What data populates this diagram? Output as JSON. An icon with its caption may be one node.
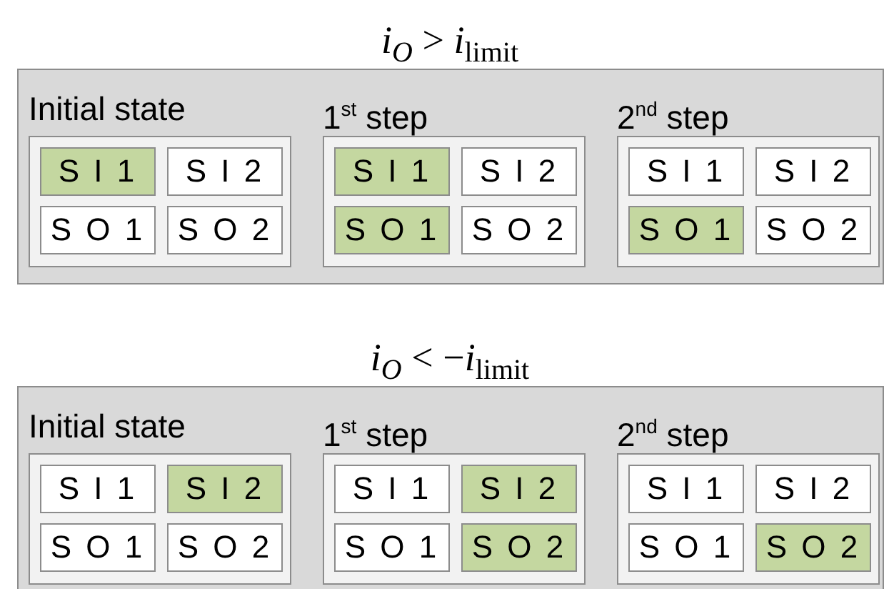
{
  "diagram": {
    "nodes": [
      {
        "text": [
          "*i*$_{O}$ > *i*$_{limit}$"
        ]
      },
      {
        "text": [
          "Initial state"
        ],
        "in": 0
      },
      {
        "text": [
          "S I 1"
        ],
        "in": 1
      },
      {
        "text": [
          "S I 2"
        ],
        "in": 1
      },
      {
        "text": [
          "S O 1"
        ],
        "in": 1
      },
      {
        "text": [
          "S O 2"
        ],
        "in": 1
      },
      {
        "text": [
          "1$^{st}$ step"
        ],
        "in": 0
      },
      {
        "text": [
          "S I 1"
        ],
        "in": 6
      },
      {
        "text": [
          "S I 2"
        ],
        "in": 6
      },
      {
        "text": [
          "S O 1"
        ],
        "in": 6
      },
      {
        "text": [
          "S O 2"
        ],
        "in": 6
      },
      {
        "text": [
          "2$^{nd}$ step"
        ],
        "in": 0
      },
      {
        "text": [
          "S I 1"
        ],
        "in": 11
      },
      {
        "text": [
          "S I 2"
        ],
        "in": 11
      },
      {
        "text": [
          "S O 1"
        ],
        "in": 11
      },
      {
        "text": [
          "S O 2"
        ],
        "in": 11
      },
      {
        "text": [
          "*i*$_{O}$ < −*i*$_{limit}$"
        ]
      },
      {
        "text": [
          "Initial state"
        ],
        "in": 16
      },
      {
        "text": [
          "S I 1"
        ],
        "in": 17
      },
      {
        "text": [
          "S I 2"
        ],
        "in": 17
      },
      {
        "text": [
          "S O 1"
        ],
        "in": 17
      },
      {
        "text": [
          "S O 2"
        ],
        "in": 17
      },
      {
        "text": [
          "1$^{st}$ step"
        ],
        "in": 16
      },
      {
        "text": [
          "S I 1"
        ],
        "in": 22
      },
      {
        "text": [
          "S I 2"
        ],
        "in": 22
      },
      {
        "text": [
          "S O 1"
        ],
        "in": 22
      },
      {
        "text": [
          "S O 2"
        ],
        "in": 22
      },
      {
        "text": [
          "2$^{nd}$ step"
        ],
        "in": 16
      },
      {
        "text": [
          "S I 1"
        ],
        "in": 27
      },
      {
        "text": [
          "S I 2"
        ],
        "in": 27
      },
      {
        "text": [
          "S O 1"
        ],
        "in": 27
      },
      {
        "text": [
          "S O 2"
        ],
        "in": 27
      }
    ]
  }
}
